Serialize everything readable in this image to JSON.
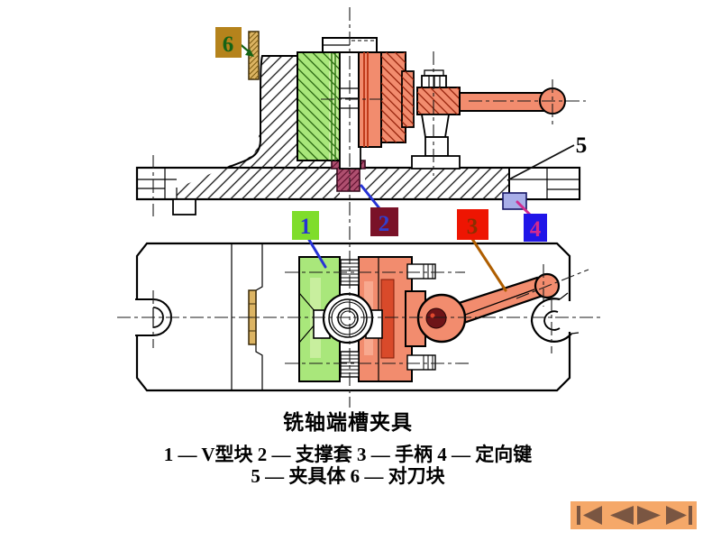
{
  "slide": {
    "title": "铣轴端槽夹具",
    "legend": {
      "line1": "1 — V型块  2 — 支撑套  3 — 手柄  4 — 定向键",
      "line2": "5 — 夹具体  6 — 对刀块"
    },
    "callouts": [
      {
        "num": "1",
        "part": "V型块",
        "box": "#7FDD2B",
        "ink": "#2633D6"
      },
      {
        "num": "2",
        "part": "支撑套",
        "box": "#7A1228",
        "ink": "#3040D0"
      },
      {
        "num": "3",
        "part": "手柄",
        "box": "#EE1502",
        "ink": "#8B2E00"
      },
      {
        "num": "4",
        "part": "定向键",
        "box": "#2015E8",
        "ink": "#D12B8F"
      },
      {
        "num": "5",
        "part": "夹具体",
        "box": "none",
        "ink": "#000000"
      },
      {
        "num": "6",
        "part": "对刀块",
        "box": "#B5831C",
        "ink": "#156315"
      }
    ],
    "drawing_colors": {
      "v_block_green": "#A9E77B",
      "clamp_red": "#F28C6E",
      "support_sleeve_purple": "#AE4F6F",
      "orientation_key_lavender": "#A8AEE8",
      "tool_setting_block_tan": "#DCB463"
    },
    "nav": {
      "bar_color": "#F5A869",
      "arrow_color": "#7A5642",
      "buttons": [
        {
          "icon": "first"
        },
        {
          "icon": "previous"
        },
        {
          "icon": "next"
        },
        {
          "icon": "last"
        }
      ]
    }
  }
}
